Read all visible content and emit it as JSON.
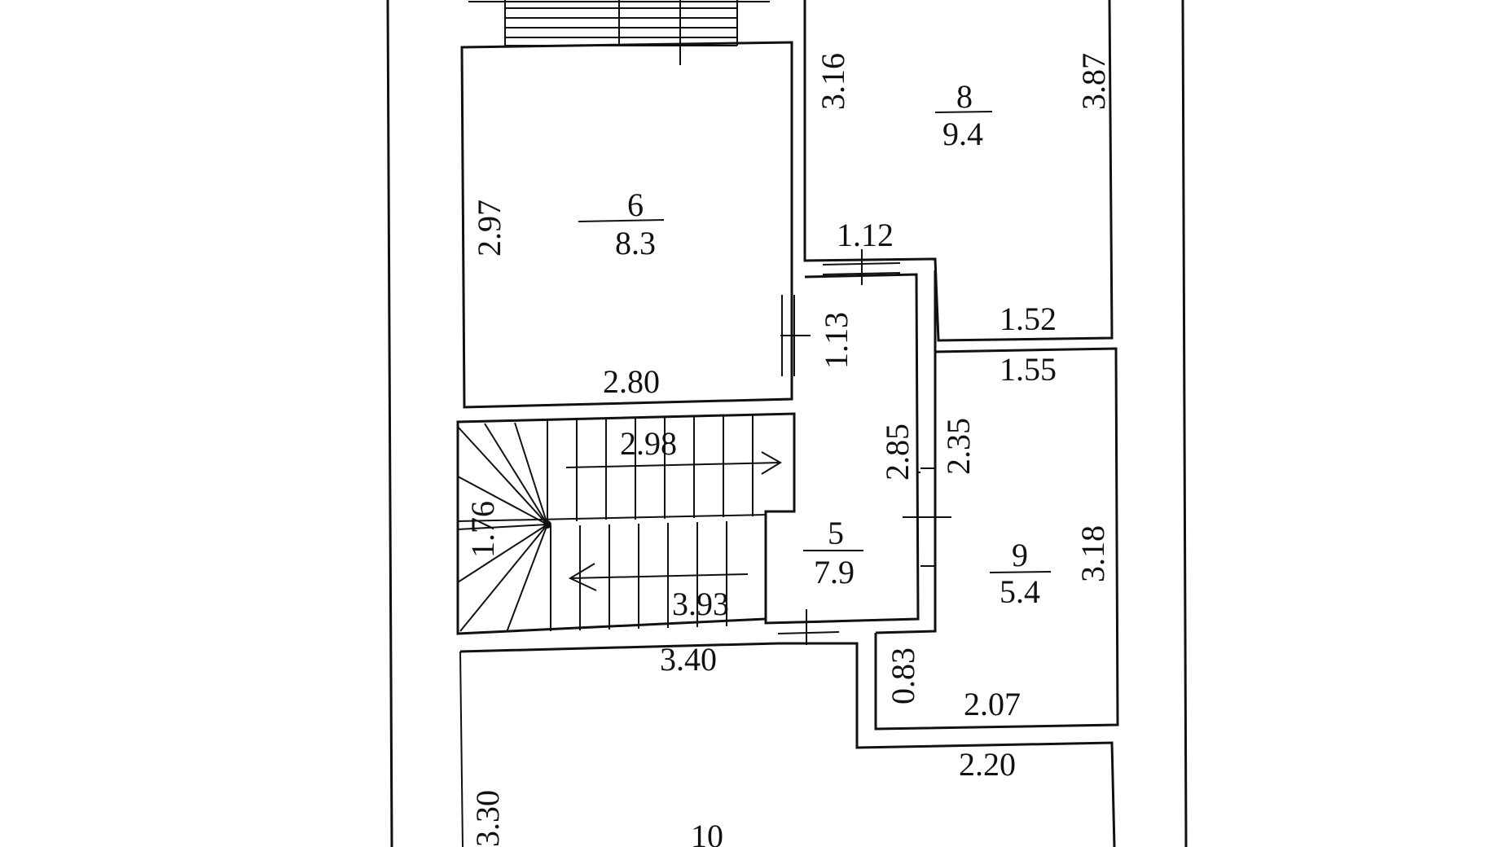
{
  "rooms": [
    {
      "id": "6",
      "number": "6",
      "area": "8.3"
    },
    {
      "id": "8",
      "number": "8",
      "area": "9.4"
    },
    {
      "id": "5",
      "number": "5",
      "area": "7.9"
    },
    {
      "id": "9",
      "number": "9",
      "area": "5.4"
    },
    {
      "id": "10",
      "number": "10",
      "area": ""
    }
  ],
  "dimensions": {
    "d_316": "3.16",
    "d_387": "3.87",
    "d_297": "2.97",
    "d_112": "1.12",
    "d_113": "1.13",
    "d_152": "1.52",
    "d_155": "1.55",
    "d_280": "2.80",
    "d_298": "2.98",
    "d_285": "2.85",
    "d_235": "2.35",
    "d_176": "1.76",
    "d_318": "3.18",
    "d_393": "3.93",
    "d_340": "3.40",
    "d_083": "0.83",
    "d_207": "2.07",
    "d_220": "2.20",
    "d_330": "3.30"
  }
}
